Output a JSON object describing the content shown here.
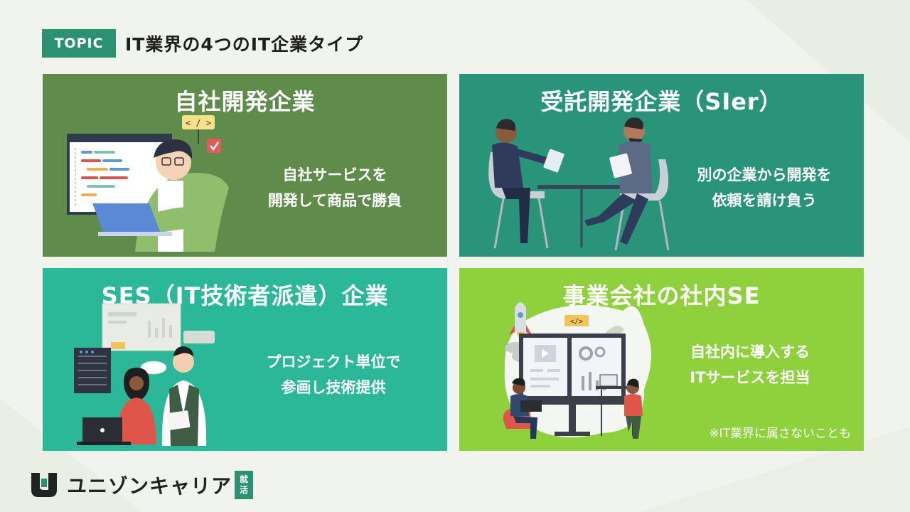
{
  "header": {
    "badge": "TOPIC",
    "title": "IT業界の4つのIT企業タイプ"
  },
  "cards": [
    {
      "title": "自社開発企業",
      "desc_line1": "自社サービスを",
      "desc_line2": "開発して商品で勝負",
      "code_tag": "< / >"
    },
    {
      "title": "受託開発企業（SIer）",
      "desc_line1": "別の企業から開発を",
      "desc_line2": "依頼を請け負う"
    },
    {
      "title": "SES（IT技術者派遣）企業",
      "desc_line1": "プロジェクト単位で",
      "desc_line2": "参画し技術提供"
    },
    {
      "title": "事業会社の社内SE",
      "desc_line1": "自社内に導入する",
      "desc_line2": "ITサービスを担当",
      "note": "※IT業界に属さないことも",
      "code_tag": "</>"
    }
  ],
  "logo": {
    "text": "ユニゾンキャリア",
    "badge_top": "就",
    "badge_bottom": "活"
  },
  "colors": {
    "accent": "#2a9270",
    "card1": "#5f8c4a",
    "card2": "#2a947b",
    "card3": "#2bb899",
    "card4": "#8ed13c"
  }
}
